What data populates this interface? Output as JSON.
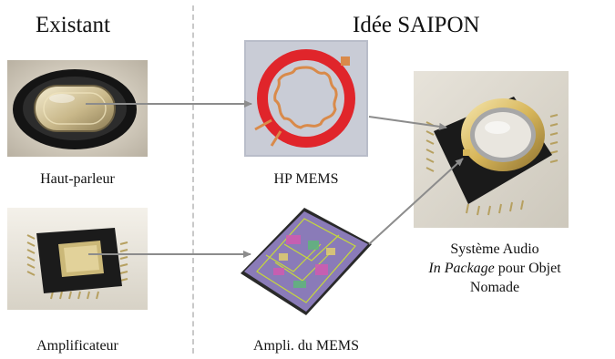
{
  "headings": {
    "left": "Existant",
    "right": "Idée SAIPON"
  },
  "captions": {
    "speaker": "Haut-parleur",
    "amplifier": "Amplificateur",
    "hp_mems": "HP MEMS",
    "ampli_mems": "Ampli. du MEMS",
    "system_line1": "Système Audio",
    "system_line2_italic": "In Package",
    "system_line2_rest": " pour Objet",
    "system_line3": "Nomade"
  },
  "colors": {
    "arrow": "#8c8c8c",
    "mems_ring": "#e0252b",
    "copper_trace": "#d98a4a",
    "package_black": "#1a1a1a",
    "gold": "#d7b65a"
  },
  "icons": {
    "speaker_photo": "speaker-photo",
    "amplifier_photo": "amplifier-chip-photo",
    "hp_mems_photo": "mems-speaker-photo",
    "ampli_mems_photo": "mems-amplifier-die-photo",
    "system_photo": "system-in-package-photo"
  }
}
